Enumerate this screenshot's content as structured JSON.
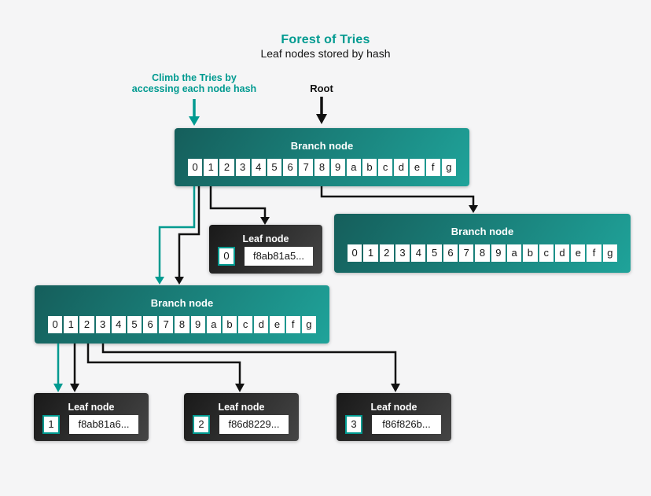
{
  "title": "Forest of Tries",
  "subtitle": "Leaf nodes stored by hash",
  "annotations": {
    "climb_label_line1": "Climb the Tries by",
    "climb_label_line2": "accessing each node hash",
    "root_label": "Root"
  },
  "branch_cells": [
    "0",
    "1",
    "2",
    "3",
    "4",
    "5",
    "6",
    "7",
    "8",
    "9",
    "a",
    "b",
    "c",
    "d",
    "e",
    "f",
    "g"
  ],
  "branch_nodes": [
    {
      "id": "root-branch",
      "label": "Branch node"
    },
    {
      "id": "right-branch",
      "label": "Branch node"
    },
    {
      "id": "left-branch",
      "label": "Branch node"
    }
  ],
  "leaf_nodes": [
    {
      "label": "Leaf node",
      "index": "0",
      "hash": "f8ab81a5..."
    },
    {
      "label": "Leaf node",
      "index": "1",
      "hash": "f8ab81a6..."
    },
    {
      "label": "Leaf node",
      "index": "2",
      "hash": "f86d8229..."
    },
    {
      "label": "Leaf node",
      "index": "3",
      "hash": "f86f826b..."
    }
  ],
  "colors": {
    "teal": "#009a90",
    "black": "#111111",
    "branch_dark": "#155e5b",
    "branch_light": "#1fa39a",
    "leaf_dark": "#191919",
    "leaf_light": "#454545",
    "background": "#f5f5f6"
  }
}
